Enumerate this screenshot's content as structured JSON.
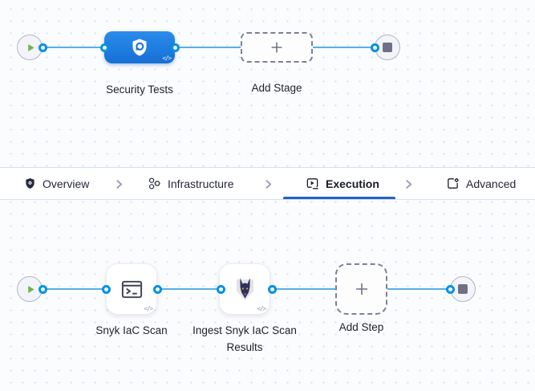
{
  "stage_pipeline": {
    "stage": {
      "label": "Security Tests",
      "icon": "security-shield-icon"
    },
    "add_stage": {
      "label": "Add Stage"
    }
  },
  "tabs": {
    "items": [
      {
        "label": "Overview",
        "icon": "shield-icon",
        "selected": false
      },
      {
        "label": "Infrastructure",
        "icon": "infrastructure-nodes-icon",
        "selected": false
      },
      {
        "label": "Execution",
        "icon": "execution-play-icon",
        "selected": true
      },
      {
        "label": "Advanced",
        "icon": "advanced-gear-icon",
        "selected": false
      }
    ]
  },
  "step_pipeline": {
    "steps": [
      {
        "label": "Snyk IaC Scan",
        "icon": "terminal-icon"
      },
      {
        "label": "Ingest Snyk IaC Scan Results",
        "icon": "snyk-dog-icon"
      }
    ],
    "add_step": {
      "label": "Add Step"
    }
  },
  "badges": {
    "code": "</>"
  },
  "colors": {
    "connector": "#57b0e6",
    "connection_point": "#0092e4",
    "stage_blue": "#1c7ce0",
    "play_green": "#6cb64c",
    "active_tab_underline": "#2163c6",
    "canvas_dot": "#dcdfee"
  }
}
